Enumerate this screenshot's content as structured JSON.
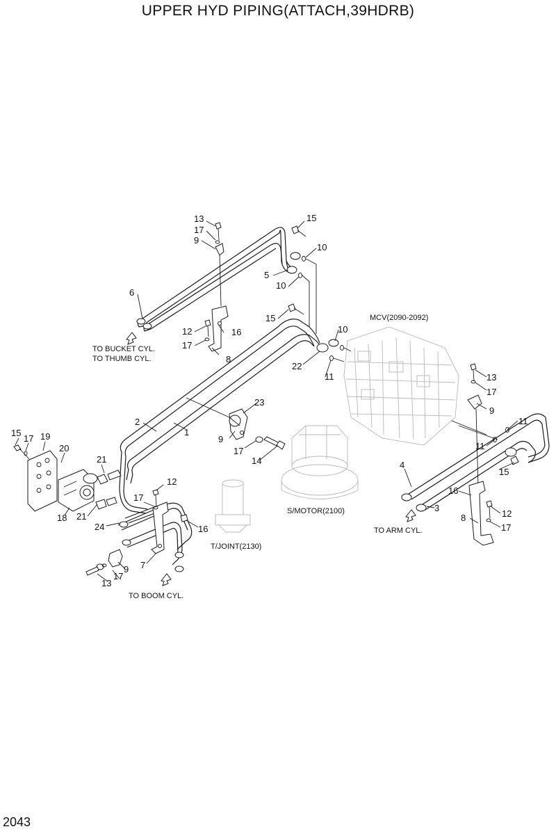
{
  "title": "UPPER HYD PIPING(ATTACH,39HDRB)",
  "page_number": "2043",
  "labels": {
    "to_bucket_1": "TO BUCKET CYL.",
    "to_bucket_2": "TO THUMB CYL.",
    "to_boom": "TO BOOM CYL.",
    "to_arm": "TO ARM CYL.",
    "mcv": "MCV(2090-2092)",
    "smotor": "S/MOTOR(2100)",
    "tjoint": "T/JOINT(2130)"
  },
  "callouts": {
    "c1": "13",
    "c2": "17",
    "c3": "9",
    "c4": "15",
    "c5": "10",
    "c6": "5",
    "c7": "10",
    "c8": "6",
    "c9": "12",
    "c10": "16",
    "c11": "17",
    "c12": "8",
    "c13": "15",
    "c14": "10",
    "c15": "22",
    "c16": "11",
    "c17": "23",
    "c18": "2",
    "c19": "1",
    "c20": "9",
    "c21": "17",
    "c22": "14",
    "c23": "15",
    "c24": "17",
    "c25": "19",
    "c26": "20",
    "c27": "21",
    "c28": "18",
    "c29": "21",
    "c30": "24",
    "c31": "12",
    "c32": "17",
    "c33": "16",
    "c34": "7",
    "c35": "9",
    "c36": "17",
    "c37": "13",
    "c38": "13",
    "c39": "17",
    "c40": "9",
    "c41": "11",
    "c42": "11",
    "c43": "4",
    "c44": "15",
    "c45": "16",
    "c46": "3",
    "c47": "12",
    "c48": "8",
    "c49": "17"
  }
}
